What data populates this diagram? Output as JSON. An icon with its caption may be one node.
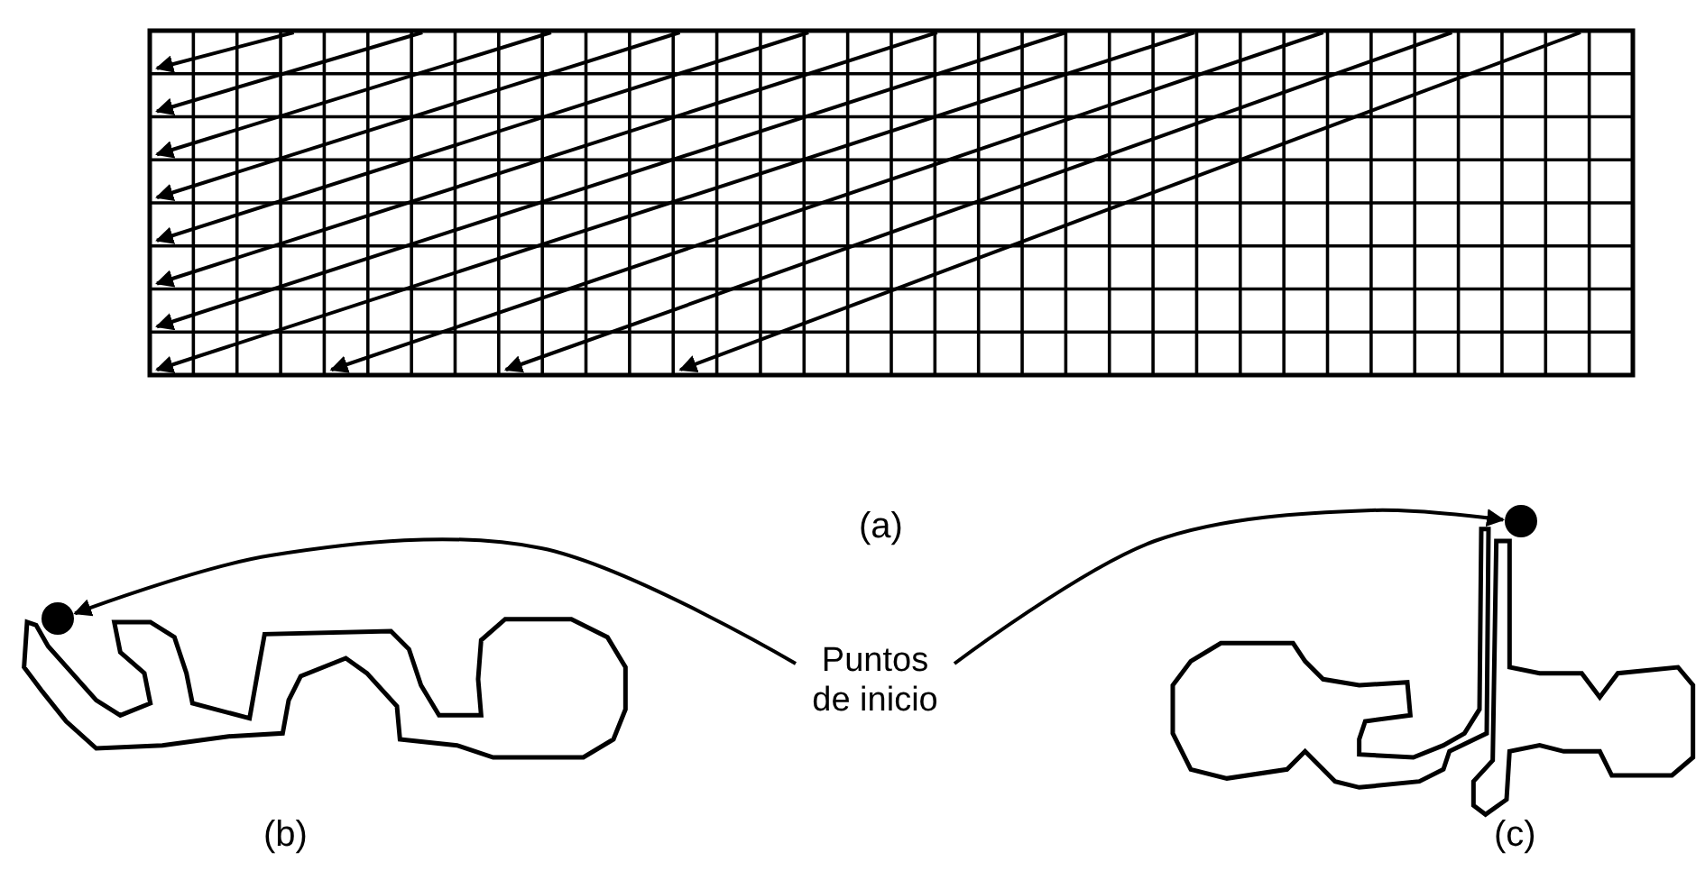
{
  "diagram": {
    "nodes": [
      {
        "text": [
          "Puntos de inicio"
        ]
      },
      {
        "text": [],
        "shape": "circle"
      },
      {
        "text": [],
        "shape": "circle"
      }
    ],
    "edges": [
      {
        "from": 0,
        "to": 1,
        "arrow": "to"
      },
      {
        "from": 0,
        "to": 2,
        "arrow": "to"
      }
    ],
    "labels": [
      "(a)",
      "(b)",
      "(c)"
    ]
  }
}
